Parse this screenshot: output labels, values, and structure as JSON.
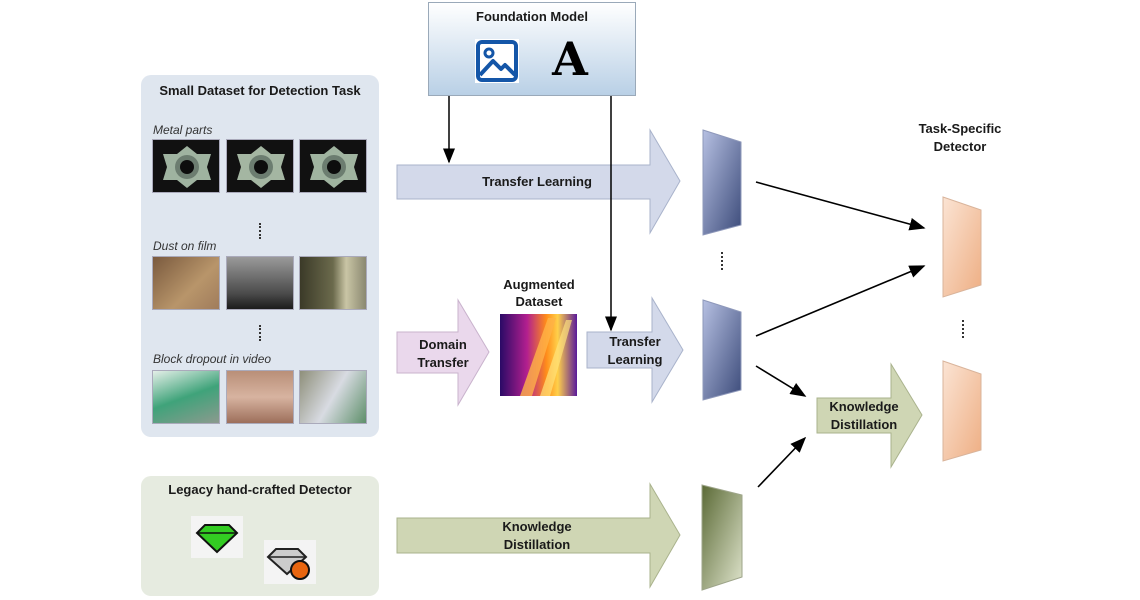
{
  "foundation_model": {
    "title": "Foundation Model",
    "icons": [
      "image-icon",
      "text-letter-a-icon"
    ],
    "letter": "A"
  },
  "small_dataset": {
    "title": "Small Dataset for Detection Task",
    "groups": [
      {
        "label": "Metal parts",
        "images": [
          "metal-part-1",
          "metal-part-2",
          "metal-part-3"
        ]
      },
      {
        "label": "Dust on film",
        "images": [
          "dust-film-1",
          "dust-film-2",
          "dust-film-3"
        ]
      },
      {
        "label": "Block dropout in video",
        "images": [
          "block-dropout-1",
          "block-dropout-2",
          "block-dropout-3"
        ]
      }
    ],
    "ellipsis": "⋮"
  },
  "legacy": {
    "title": "Legacy hand-crafted Detector",
    "icons": [
      "green-gem-icon",
      "grey-gem-orange-badge-icon"
    ]
  },
  "arrows": {
    "transfer_learning_top": "Transfer Learning",
    "domain_transfer_l1": "Domain",
    "domain_transfer_l2": "Transfer",
    "transfer_learning_mid_l1": "Transfer",
    "transfer_learning_mid_l2": "Learning",
    "kd_bottom_l1": "Knowledge",
    "kd_bottom_l2": "Distillation",
    "kd_right_l1": "Knowledge",
    "kd_right_l2": "Distillation"
  },
  "augmented": {
    "title_l1": "Augmented",
    "title_l2": "Dataset"
  },
  "detector": {
    "title_l1": "Task-Specific",
    "title_l2": "Detector"
  },
  "colors": {
    "foundation_top": "#ffffff",
    "foundation_bottom": "#b9d0e6",
    "dataset_panel": "#dfe6ef",
    "legacy_panel": "#e6ebe0",
    "blue_arrow": "#d3d9ea",
    "pink_arrow": "#ead8ec",
    "green_arrow": "#cfd6b4",
    "blue_layer": "#3f4f7e",
    "green_layer": "#6a7a44",
    "orange_layer": "#efb58d",
    "image_icon": "#1456a8"
  }
}
